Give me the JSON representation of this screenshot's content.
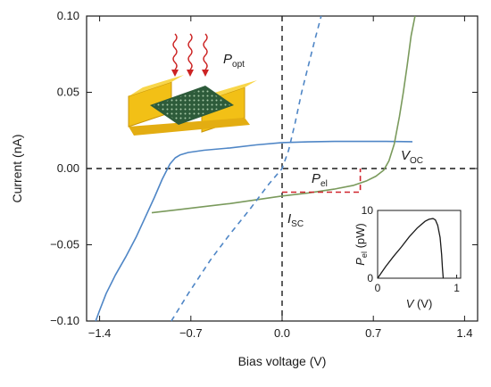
{
  "chart_data": {
    "type": "line",
    "xlabel": "Bias voltage (V)",
    "ylabel": "Current (nA)",
    "xlim": [
      -1.5,
      1.5
    ],
    "ylim": [
      -0.1,
      0.1
    ],
    "xticks": [
      -1.4,
      -0.7,
      0.0,
      0.7,
      1.4
    ],
    "xtick_labels": [
      "−1.4",
      "−0.7",
      "0.0",
      "0.7",
      "1.4"
    ],
    "yticks": [
      0.1,
      0.05,
      0.0,
      -0.05,
      -0.1
    ],
    "ytick_labels": [
      "0.10",
      "0.05",
      "0.00",
      "−0.05",
      "−0.10"
    ],
    "series": [
      {
        "color": "#4f86c6",
        "style": "solid",
        "x": [
          -1.43,
          -1.4,
          -1.35,
          -1.28,
          -1.2,
          -1.12,
          -1.05,
          -0.98,
          -0.92,
          -0.86,
          -0.82,
          -0.78,
          -0.72,
          -0.6,
          -0.4,
          -0.2,
          0.0,
          0.2,
          0.4,
          0.6,
          0.8,
          1.0
        ],
        "y": [
          -0.1,
          -0.093,
          -0.082,
          -0.07,
          -0.058,
          -0.045,
          -0.032,
          -0.019,
          -0.007,
          0.003,
          0.007,
          0.009,
          0.0105,
          0.012,
          0.0135,
          0.0155,
          0.017,
          0.0175,
          0.0178,
          0.0178,
          0.0178,
          0.0176
        ]
      },
      {
        "color": "#7a9a5c",
        "style": "solid",
        "x": [
          -1.0,
          -0.8,
          -0.6,
          -0.4,
          -0.2,
          0.0,
          0.2,
          0.4,
          0.55,
          0.65,
          0.72,
          0.78,
          0.82,
          0.86,
          0.9,
          0.93,
          0.96,
          0.99,
          1.02
        ],
        "y": [
          -0.029,
          -0.027,
          -0.025,
          -0.023,
          -0.0205,
          -0.018,
          -0.016,
          -0.0135,
          -0.011,
          -0.008,
          -0.005,
          -0.001,
          0.005,
          0.016,
          0.034,
          0.05,
          0.068,
          0.087,
          0.1
        ]
      },
      {
        "color": "#4f86c6",
        "style": "dashed",
        "x": [
          -0.85,
          -0.72,
          -0.55,
          -0.4,
          -0.25,
          -0.1,
          0.0,
          0.05,
          0.1,
          0.15,
          0.2,
          0.25,
          0.3
        ],
        "y": [
          -0.1,
          -0.082,
          -0.06,
          -0.043,
          -0.027,
          -0.01,
          0.0,
          0.012,
          0.03,
          0.05,
          0.067,
          0.084,
          0.1
        ]
      }
    ],
    "annotations": {
      "popt": {
        "main": "P",
        "sub": "opt"
      },
      "pel": {
        "main": "P",
        "sub": "el"
      },
      "voc": {
        "main": "V",
        "sub": "OC"
      },
      "isc": {
        "main": "I",
        "sub": "SC"
      }
    },
    "pel_rect": {
      "x0": 0.0,
      "x1": 0.6,
      "y0": -0.0155,
      "y1": 0.0
    },
    "inset": {
      "type": "line",
      "xlabel": "V (V)",
      "ylabel": "P_el (pW)",
      "xlabel_parts": {
        "v": "V",
        "unit": " (V)"
      },
      "ylabel_parts": {
        "p": "P",
        "sub": "el",
        "unit": " (pW)"
      },
      "xlim": [
        0,
        1.05
      ],
      "ylim": [
        0,
        10
      ],
      "xticks": [
        0,
        1
      ],
      "xtick_labels": [
        "0",
        "1"
      ],
      "yticks": [
        0,
        10
      ],
      "ytick_labels": [
        "0",
        "10"
      ],
      "x": [
        0.0,
        0.1,
        0.2,
        0.3,
        0.4,
        0.5,
        0.6,
        0.65,
        0.7,
        0.73,
        0.76,
        0.79,
        0.81,
        0.82,
        0.83
      ],
      "y": [
        0.0,
        1.7,
        3.2,
        4.6,
        6.1,
        7.4,
        8.4,
        8.7,
        8.8,
        8.6,
        7.8,
        6.0,
        3.5,
        1.5,
        0.0
      ]
    },
    "colors": {
      "blue_curve": "#4f86c6",
      "green_curve": "#7a9a5c",
      "pel_rect": "#d0242c",
      "light_arrows": "#cc2222",
      "gold_contacts": "#f2c016",
      "graphene": "#2d5b3a"
    }
  }
}
